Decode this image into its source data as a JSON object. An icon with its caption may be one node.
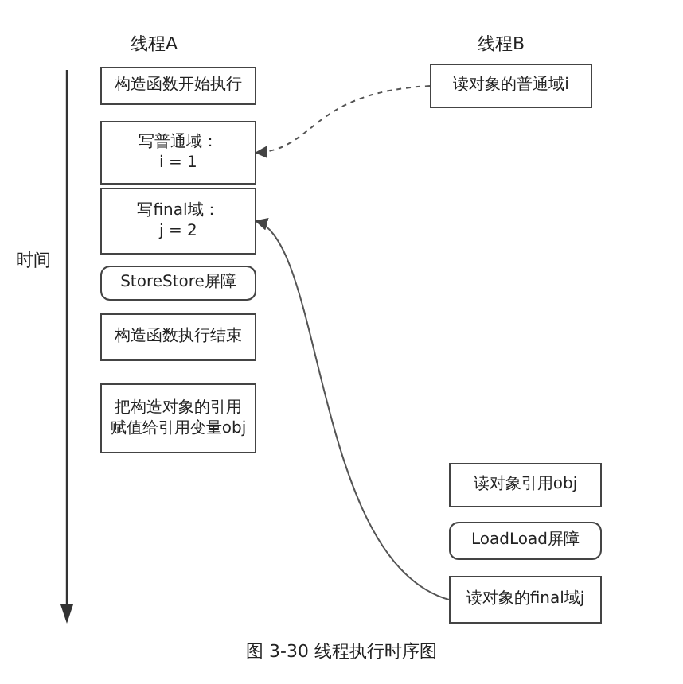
{
  "diagram": {
    "caption": "图 3-30 线程执行时序图",
    "nodes": [
      {
        "text": [
          "构造函数开始执行"
        ]
      },
      {
        "text": [
          "写普通域：",
          "i = 1"
        ]
      },
      {
        "text": [
          "写final域：",
          "j = 2"
        ]
      },
      {
        "text": [
          "StoreStore屏障"
        ]
      },
      {
        "text": [
          "构造函数执行结束"
        ]
      },
      {
        "text": [
          "把构造对象的引用赋值给引用变量obj"
        ]
      },
      {
        "text": [
          "读对象的普通域i"
        ]
      },
      {
        "text": [
          "读对象引用obj"
        ]
      },
      {
        "text": [
          "LoadLoad屏障"
        ]
      },
      {
        "text": [
          "读对象的final域j"
        ]
      }
    ],
    "edges": [
      {
        "from": 6,
        "to": 1,
        "arrow": "to",
        "style": "dashed"
      },
      {
        "from": 9,
        "to": 2,
        "arrow": "to"
      }
    ],
    "labels": [
      "线程A",
      "线程B",
      "时间"
    ]
  }
}
